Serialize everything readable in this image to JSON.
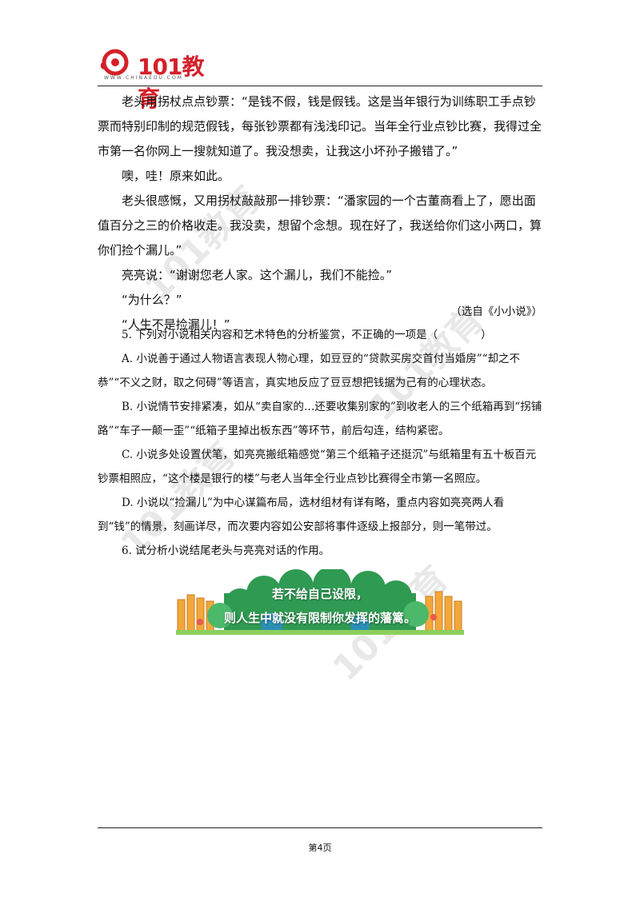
{
  "header": {
    "logo_text": "101教育",
    "logo_sub": "WWW.CHINAEDU.COM"
  },
  "story": {
    "p1": "老头用拐杖点点钞票：“是钱不假，钱是假钱。这是当年银行为训练职工手点钞票而特别印制的规范假钱，每张钞票都有浅浅印记。当年全行业点钞比赛，我得过全市第一名你网上一搜就知道了。我没想卖，让我这小坏孙子搬错了。”",
    "p2": "噢，哇！原来如此。",
    "p3": "老头很感慨，又用拐杖敲敲那一排钞票：“潘家园的一个古董商看上了，愿出面值百分之三的价格收走。我没卖，想留个念想。现在好了，我送给你们这小两口，算你们捡个漏儿。”",
    "p4": "亮亮说：“谢谢您老人家。这个漏儿，我们不能捡。”",
    "p5": "“为什么？”",
    "p6": "“人生不是捡漏儿！”",
    "source": "（选自《小小说》）"
  },
  "questions": {
    "q5": "5. 下列对小说相关内容和艺术特色的分析鉴赏，不正确的一项是（　　　　）",
    "a": "A. 小说善于通过人物语言表现人物心理，如豆豆的“贷款买房交首付当婚房”“却之不恭”“不义之财，取之何碍”等语言，真实地反应了豆豆想把钱据为己有的心理状态。",
    "b": "B. 小说情节安排紧凑，如从“卖自家的…还要收集别家的”到收老人的三个纸箱再到“拐铺路”“车子一颠一歪”“纸箱子里掉出板东西”等环节，前后勾连，结构紧密。",
    "c": "C. 小说多处设置伏笔，如亮亮搬纸箱感觉“第三个纸箱子还挺沉”与纸箱里有五十板百元钞票相照应，“这个楼是银行的楼”与老人当年全行业点钞比赛得全市第一名照应。",
    "d": "D. 小说以“捡漏儿”为中心谋篇布局，选材组材有详有略，重点内容如亮亮两人看到“钱”的情景，刻画详尽，而次要内容如公安部将事件逐级上报部分，则一笔带过。",
    "q6": "6. 试分析小说结尾老头与亮亮对话的作用。"
  },
  "banner": {
    "line1": "若不给自己设限，",
    "line2": "则人生中就没有限制你发挥的藩篱。"
  },
  "footer": {
    "page": "第4页"
  },
  "colors": {
    "brand_red": "#d4202a",
    "banner_green": "#2f9a52",
    "fence_orange": "#f2a73a"
  }
}
